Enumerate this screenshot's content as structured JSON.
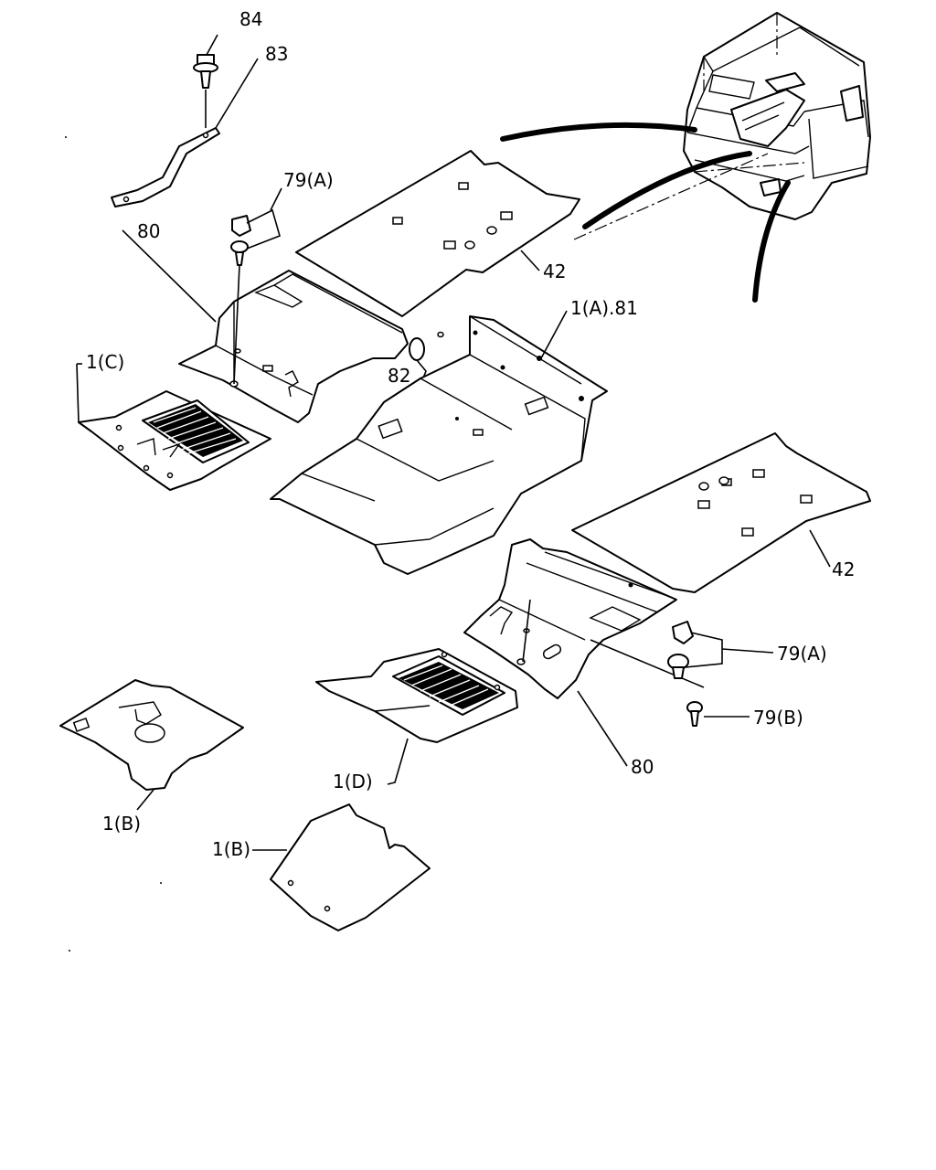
{
  "diagram": {
    "labels": {
      "p84": "84",
      "p83": "83",
      "p79a_top": "79(A)",
      "p80_top": "80",
      "p42_top": "42",
      "p1a81": "1(A).81",
      "p82": "82",
      "p1c": "1(C)",
      "p42_right": "42",
      "p79a_right": "79(A)",
      "p79b": "79(B)",
      "p80_bottom": "80",
      "p1d": "1(D)",
      "p1b_left": "1(B)",
      "p1b_bottom": "1(B)"
    }
  }
}
